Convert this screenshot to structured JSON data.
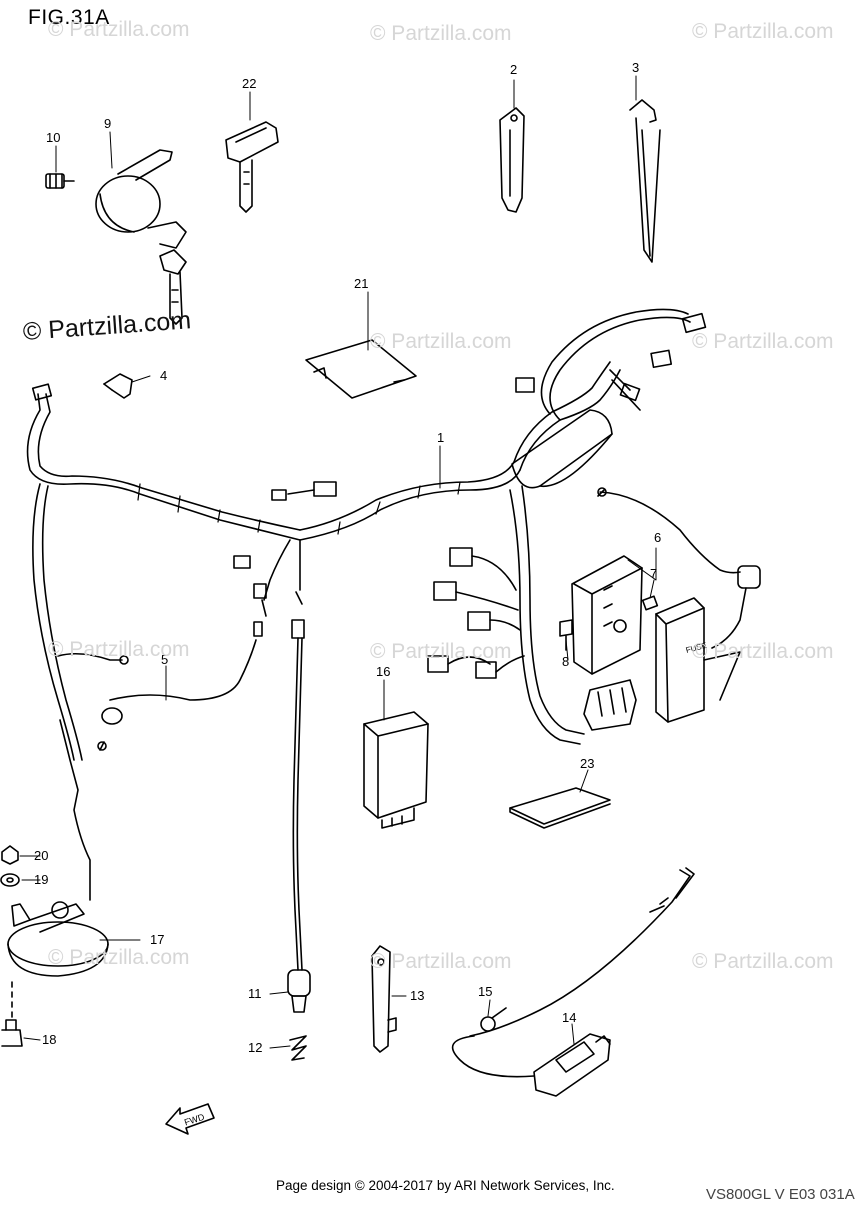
{
  "figure": {
    "title": "FIG.31A"
  },
  "watermark": {
    "text": "© Partzilla.com"
  },
  "callouts": {
    "c1": "1",
    "c2": "2",
    "c3": "3",
    "c4": "4",
    "c5": "5",
    "c6": "6",
    "c7": "7",
    "c8": "8",
    "c9": "9",
    "c10": "10",
    "c11": "11",
    "c12": "12",
    "c13": "13",
    "c14": "14",
    "c15": "15",
    "c16": "16",
    "c17": "17",
    "c18": "18",
    "c19": "19",
    "c20": "20",
    "c21": "21",
    "c22": "22",
    "c23": "23"
  },
  "fwd_label": "FWD",
  "fuse_label": "FUSE",
  "footer": {
    "credit": "Page design © 2004-2017 by ARI Network Services, Inc.",
    "code": "VS800GL V E03 031A"
  }
}
